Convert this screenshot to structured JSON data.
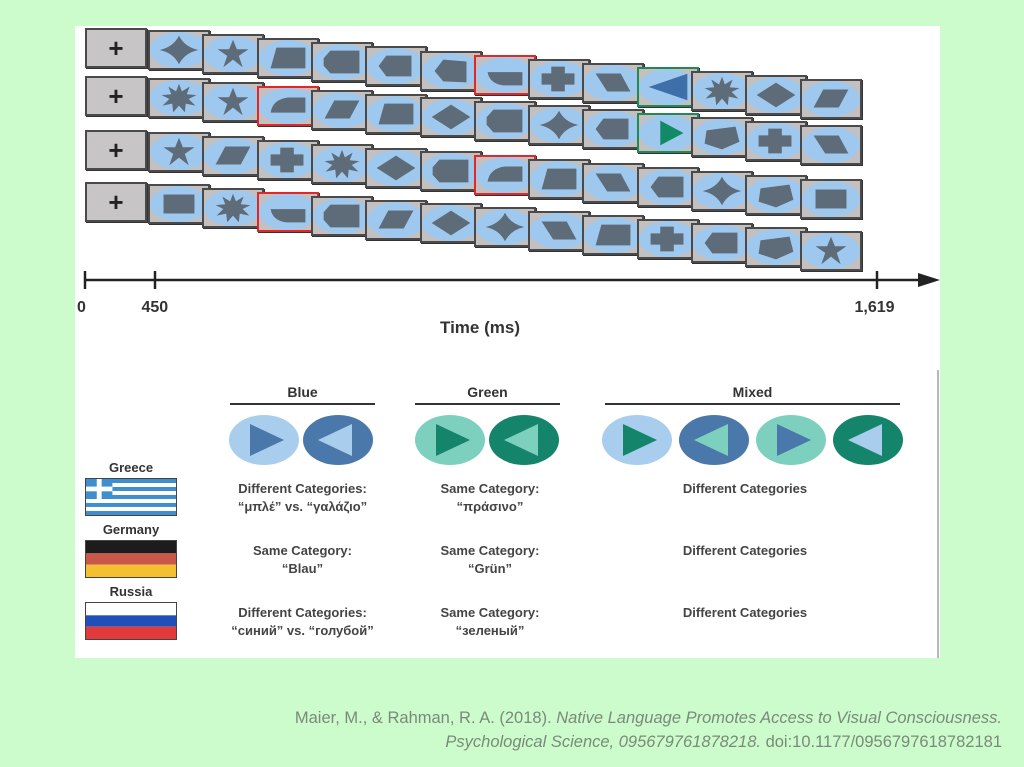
{
  "figure": {
    "trial_rows": [
      {
        "fixation_symbol": "+",
        "frames": [
          {
            "shape": "diamond-star",
            "highlight": "none"
          },
          {
            "shape": "star",
            "highlight": "none"
          },
          {
            "shape": "trapezoid",
            "highlight": "none"
          },
          {
            "shape": "hexagon",
            "highlight": "none"
          },
          {
            "shape": "hexagon-left",
            "highlight": "none"
          },
          {
            "shape": "pentagon-left",
            "highlight": "none"
          },
          {
            "shape": "half-disc-down",
            "highlight": "red"
          },
          {
            "shape": "cross",
            "highlight": "none"
          },
          {
            "shape": "parallelogram-down",
            "highlight": "none"
          },
          {
            "shape": "target-triangle-left-blue",
            "highlight": "green"
          },
          {
            "shape": "burst",
            "highlight": "none"
          },
          {
            "shape": "diamond",
            "highlight": "none"
          },
          {
            "shape": "parallelogram",
            "highlight": "none"
          }
        ]
      },
      {
        "fixation_symbol": "+",
        "frames": [
          {
            "shape": "burst",
            "highlight": "none"
          },
          {
            "shape": "star",
            "highlight": "none"
          },
          {
            "shape": "half-disc-up",
            "highlight": "red"
          },
          {
            "shape": "parallelogram",
            "highlight": "none"
          },
          {
            "shape": "trapezoid",
            "highlight": "none"
          },
          {
            "shape": "diamond",
            "highlight": "none"
          },
          {
            "shape": "hexagon",
            "highlight": "none"
          },
          {
            "shape": "diamond-star",
            "highlight": "none"
          },
          {
            "shape": "hexagon-left",
            "highlight": "none"
          },
          {
            "shape": "target-triangle-right-green",
            "highlight": "green"
          },
          {
            "shape": "pentagon",
            "highlight": "none"
          },
          {
            "shape": "cross",
            "highlight": "none"
          },
          {
            "shape": "parallelogram-down",
            "highlight": "none"
          }
        ]
      },
      {
        "fixation_symbol": "+",
        "frames": [
          {
            "shape": "star",
            "highlight": "none"
          },
          {
            "shape": "parallelogram",
            "highlight": "none"
          },
          {
            "shape": "cross",
            "highlight": "none"
          },
          {
            "shape": "burst",
            "highlight": "none"
          },
          {
            "shape": "diamond",
            "highlight": "none"
          },
          {
            "shape": "hexagon",
            "highlight": "none"
          },
          {
            "shape": "half-disc-up",
            "highlight": "red"
          },
          {
            "shape": "trapezoid",
            "highlight": "none"
          },
          {
            "shape": "parallelogram-down",
            "highlight": "none"
          },
          {
            "shape": "hexagon-left",
            "highlight": "none"
          },
          {
            "shape": "diamond-star",
            "highlight": "none"
          },
          {
            "shape": "pentagon",
            "highlight": "none"
          },
          {
            "shape": "rectangle",
            "highlight": "none"
          }
        ]
      },
      {
        "fixation_symbol": "+",
        "frames": [
          {
            "shape": "rectangle",
            "highlight": "none"
          },
          {
            "shape": "burst",
            "highlight": "none"
          },
          {
            "shape": "half-disc-down",
            "highlight": "red"
          },
          {
            "shape": "hexagon",
            "highlight": "none"
          },
          {
            "shape": "parallelogram",
            "highlight": "none"
          },
          {
            "shape": "diamond",
            "highlight": "none"
          },
          {
            "shape": "diamond-star",
            "highlight": "none"
          },
          {
            "shape": "parallelogram-down",
            "highlight": "none"
          },
          {
            "shape": "trapezoid",
            "highlight": "none"
          },
          {
            "shape": "cross",
            "highlight": "none"
          },
          {
            "shape": "hexagon-left",
            "highlight": "none"
          },
          {
            "shape": "pentagon",
            "highlight": "none"
          },
          {
            "shape": "star",
            "highlight": "none"
          }
        ]
      }
    ],
    "timeline": {
      "ticks": [
        {
          "value": 0,
          "label": "0"
        },
        {
          "value": 450,
          "label": "450"
        },
        {
          "value": 1619,
          "label": "1,619"
        }
      ],
      "axis_label": "Time (ms)"
    },
    "conditions": [
      {
        "title": "Blue",
        "stimuli": [
          {
            "circle": "#a9cdec",
            "triangle": "#4a78aa",
            "direction": "right"
          },
          {
            "circle": "#4a78aa",
            "triangle": "#a9cdec",
            "direction": "left"
          }
        ]
      },
      {
        "title": "Green",
        "stimuli": [
          {
            "circle": "#7dd0bd",
            "triangle": "#14856a",
            "direction": "right"
          },
          {
            "circle": "#14856a",
            "triangle": "#7dd0bd",
            "direction": "left"
          }
        ]
      },
      {
        "title": "Mixed",
        "stimuli": [
          {
            "circle": "#a9cdec",
            "triangle": "#14856a",
            "direction": "right"
          },
          {
            "circle": "#4a78aa",
            "triangle": "#7dd0bd",
            "direction": "left"
          },
          {
            "circle": "#7dd0bd",
            "triangle": "#4a78aa",
            "direction": "right"
          },
          {
            "circle": "#14856a",
            "triangle": "#a9cdec",
            "direction": "left"
          }
        ]
      }
    ],
    "countries": [
      {
        "name": "Greece",
        "flag": "greece-flag",
        "blue": [
          "Different Categories:",
          "“μπλέ” vs. “γαλάζιο”"
        ],
        "green": [
          "Same Category:",
          "“πράσινο”"
        ],
        "mixed": [
          "Different Categories"
        ]
      },
      {
        "name": "Germany",
        "flag": "germany-flag",
        "blue": [
          "Same Category:",
          "“Blau”"
        ],
        "green": [
          "Same Category:",
          "“Grün”"
        ],
        "mixed": [
          "Different Categories"
        ]
      },
      {
        "name": "Russia",
        "flag": "russia-flag",
        "blue": [
          "Different Categories:",
          "“синий” vs. “голубой”"
        ],
        "green": [
          "Same Category:",
          "“зеленый”"
        ],
        "mixed": [
          "Different Categories"
        ]
      }
    ]
  },
  "citation": {
    "authors": "Maier, M., & Rahman, R. A. (2018).",
    "title": "Native Language Promotes Access to Visual Consciousness.",
    "journal": "Psychological Science, 095679761878218.",
    "doi": "doi:10.1177/0956797618782181"
  },
  "colors": {
    "slide_bg": "#ccfccc",
    "frame_bg": "#c4c0c0",
    "frame_inner": "#9fc8ee",
    "distractor_shape": "#5e6b78",
    "red_highlight": "#e0282a",
    "green_highlight": "#1e8a55",
    "target_blue": "#3f6fa8",
    "target_green": "#128a66"
  }
}
